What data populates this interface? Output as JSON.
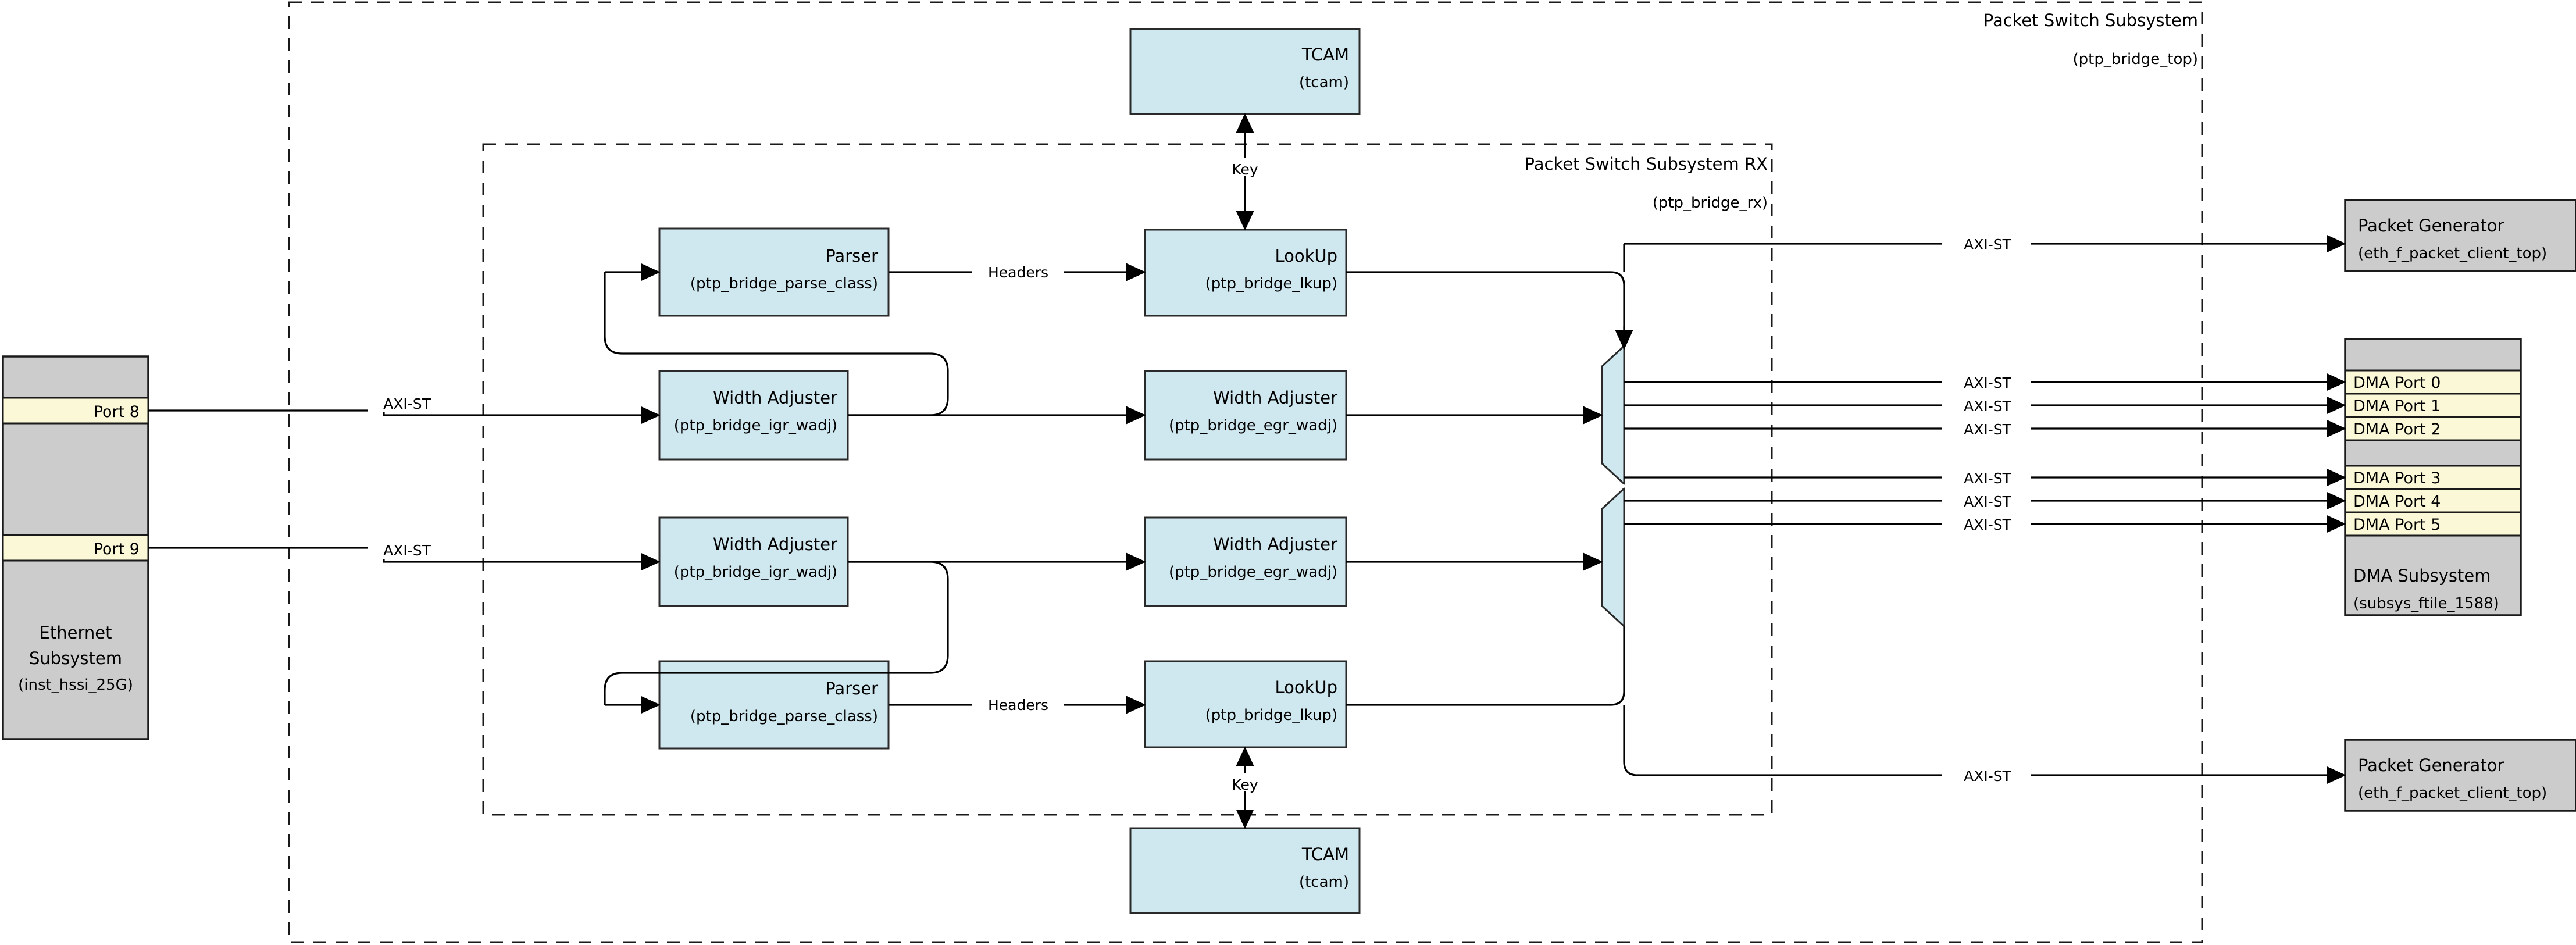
{
  "diagram": {
    "title": "Packet Switch Subsystem Block Diagram",
    "colors": {
      "block_blue": "#cfe7ef",
      "block_gray": "#cccccc",
      "port_yellow": "#fbf8d8",
      "stroke": "#1a1a1a",
      "wire": "#000000"
    }
  },
  "groups": {
    "outer": {
      "name": "Packet Switch Subsystem",
      "instance": "(ptp_bridge_top)"
    },
    "rx": {
      "name": "Packet Switch Subsystem RX",
      "instance": "(ptp_bridge_rx)"
    }
  },
  "ethernet": {
    "name_line1": "Ethernet",
    "name_line2": "Subsystem",
    "instance": "(inst_hssi_25G)",
    "ports": [
      {
        "label": "Port 8"
      },
      {
        "label": "Port 9"
      }
    ]
  },
  "tcam": [
    {
      "name": "TCAM",
      "instance": "(tcam)"
    },
    {
      "name": "TCAM",
      "instance": "(tcam)"
    }
  ],
  "parsers": [
    {
      "name": "Parser",
      "instance": "(ptp_bridge_parse_class)"
    },
    {
      "name": "Parser",
      "instance": "(ptp_bridge_parse_class)"
    }
  ],
  "lookups": [
    {
      "name": "LookUp",
      "instance": "(ptp_bridge_lkup)"
    },
    {
      "name": "LookUp",
      "instance": "(ptp_bridge_lkup)"
    }
  ],
  "width_adjusters_igr": [
    {
      "name": "Width Adjuster",
      "instance": "(ptp_bridge_igr_wadj)"
    },
    {
      "name": "Width Adjuster",
      "instance": "(ptp_bridge_igr_wadj)"
    }
  ],
  "width_adjusters_egr": [
    {
      "name": "Width Adjuster",
      "instance": "(ptp_bridge_egr_wadj)"
    },
    {
      "name": "Width Adjuster",
      "instance": "(ptp_bridge_egr_wadj)"
    }
  ],
  "packet_generators": [
    {
      "name": "Packet Generator",
      "instance": "(eth_f_packet_client_top)"
    },
    {
      "name": "Packet Generator",
      "instance": "(eth_f_packet_client_top)"
    }
  ],
  "dma": {
    "name": "DMA Subsystem",
    "instance": "(subsys_ftile_1588)",
    "ports": [
      {
        "label": "DMA Port 0"
      },
      {
        "label": "DMA Port 1"
      },
      {
        "label": "DMA Port 2"
      },
      {
        "label": "DMA Port 3"
      },
      {
        "label": "DMA Port 4"
      },
      {
        "label": "DMA Port 5"
      }
    ]
  },
  "wire_labels": {
    "axist": "AXI-ST",
    "headers": "Headers",
    "key": "Key",
    "ingress": [
      "AXI-ST",
      "AXI-ST"
    ],
    "egress": [
      "AXI-ST",
      "AXI-ST",
      "AXI-ST",
      "AXI-ST",
      "AXI-ST",
      "AXI-ST"
    ],
    "pktgen": [
      "AXI-ST",
      "AXI-ST"
    ],
    "headers_list": [
      "Headers",
      "Headers"
    ],
    "key_list": [
      "Key",
      "Key"
    ]
  }
}
